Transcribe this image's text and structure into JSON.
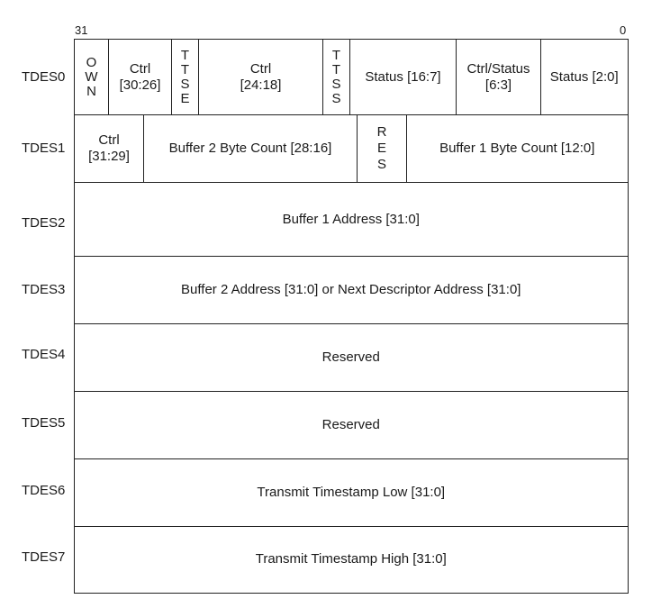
{
  "bits": {
    "high": "31",
    "low": "0"
  },
  "rows": {
    "r0": "TDES0",
    "r1": "TDES1",
    "r2": "TDES2",
    "r3": "TDES3",
    "r4": "TDES4",
    "r5": "TDES5",
    "r6": "TDES6",
    "r7": "TDES7"
  },
  "tdes0": {
    "own": [
      "O",
      "W",
      "N"
    ],
    "ctrl_30_26": [
      "Ctrl",
      "[30:26]"
    ],
    "ttse": [
      "T",
      "T",
      "S",
      "E"
    ],
    "ctrl_24_18": [
      "Ctrl",
      "[24:18]"
    ],
    "ttss": [
      "T",
      "T",
      "S",
      "S"
    ],
    "status_16_7": "Status [16:7]",
    "ctrl_status_6_3": [
      "Ctrl/Status",
      "[6:3]"
    ],
    "status_2_0": "Status [2:0]"
  },
  "tdes1": {
    "ctrl_31_29": [
      "Ctrl",
      "[31:29]"
    ],
    "buf2_count": "Buffer 2 Byte Count [28:16]",
    "res": [
      "R",
      "E",
      "S"
    ],
    "buf1_count": "Buffer 1 Byte Count [12:0]"
  },
  "tdes2": "Buffer 1 Address [31:0]",
  "tdes3": "Buffer 2 Address [31:0] or Next Descriptor Address [31:0]",
  "tdes4": "Reserved",
  "tdes5": "Reserved",
  "tdes6": "Transmit Timestamp Low [31:0]",
  "tdes7": "Transmit Timestamp High [31:0]"
}
